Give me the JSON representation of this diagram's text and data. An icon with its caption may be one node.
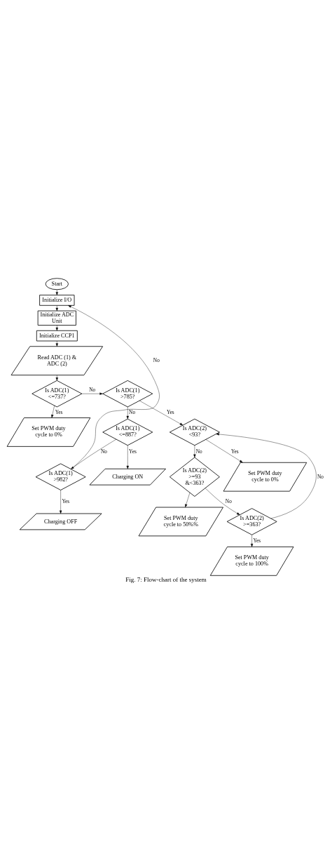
{
  "diagram": {
    "caption": "Fig. 7: Flow-chart of the system",
    "nodes": [
      {
        "text": [
          "Start"
        ]
      },
      {
        "text": [
          "Initialize I/O"
        ]
      },
      {
        "text": [
          "Initialize ADC Unit"
        ]
      },
      {
        "text": [
          "Initialize CCP1"
        ]
      },
      {
        "text": [
          "Read ADC (1) & ADC (2)"
        ]
      },
      {
        "text": [
          "Is ADC(1) <=737?"
        ]
      },
      {
        "text": [
          "Is ADC(1) >785?"
        ]
      },
      {
        "text": [
          "Set PWM duty cycle to 0%"
        ]
      },
      {
        "text": [
          "Is ADC(1) <=887?"
        ]
      },
      {
        "text": [
          "Is ADC(2) <93?"
        ]
      },
      {
        "text": [
          "Charging ON"
        ]
      },
      {
        "text": [
          "Is ADC(1) >982?"
        ]
      },
      {
        "text": [
          "Is ADC(2) >=93 &<363?"
        ]
      },
      {
        "text": [
          "Charging OFF"
        ]
      },
      {
        "text": [
          "Set PWM duty cycle to 0%"
        ]
      },
      {
        "text": [
          "Set PWM duty cycle to 50%%"
        ]
      },
      {
        "text": [
          "Is ADC(2) >=363?"
        ]
      },
      {
        "text": [
          "Set PWM duty cycle to 100%"
        ]
      }
    ],
    "edges": [
      {
        "from": 0,
        "to": 1,
        "arrow": "to"
      },
      {
        "from": 1,
        "to": 2,
        "arrow": "to"
      },
      {
        "from": 2,
        "to": 3,
        "arrow": "to"
      },
      {
        "from": 3,
        "to": 4,
        "arrow": "to"
      },
      {
        "from": 4,
        "to": 5,
        "arrow": "to"
      },
      {
        "from": 5,
        "to": 6,
        "arrow": "to",
        "label": "No"
      },
      {
        "from": 5,
        "to": 7,
        "arrow": "to",
        "label": "Yes"
      },
      {
        "from": 6,
        "to": 8,
        "arrow": "to",
        "label": "No"
      },
      {
        "from": 6,
        "to": 9,
        "arrow": "to",
        "label": "Yes"
      },
      {
        "from": 8,
        "to": 10,
        "arrow": "to",
        "label": "Yes"
      },
      {
        "from": 8,
        "to": 11,
        "arrow": "to",
        "label": "No"
      },
      {
        "from": 9,
        "to": 12,
        "arrow": "to",
        "label": "No"
      },
      {
        "from": 9,
        "to": 14,
        "arrow": "to",
        "label": "Yes"
      },
      {
        "from": 11,
        "to": 1,
        "arrow": "to",
        "label": "No"
      },
      {
        "from": 11,
        "to": 13,
        "arrow": "to",
        "label": "Yes"
      },
      {
        "from": 12,
        "to": 15,
        "arrow": "to"
      },
      {
        "from": 12,
        "to": 16,
        "arrow": "to",
        "label": "No"
      },
      {
        "from": 16,
        "to": 9,
        "arrow": "to",
        "label": "No"
      },
      {
        "from": 16,
        "to": 17,
        "arrow": "to",
        "label": "Yes"
      }
    ]
  }
}
